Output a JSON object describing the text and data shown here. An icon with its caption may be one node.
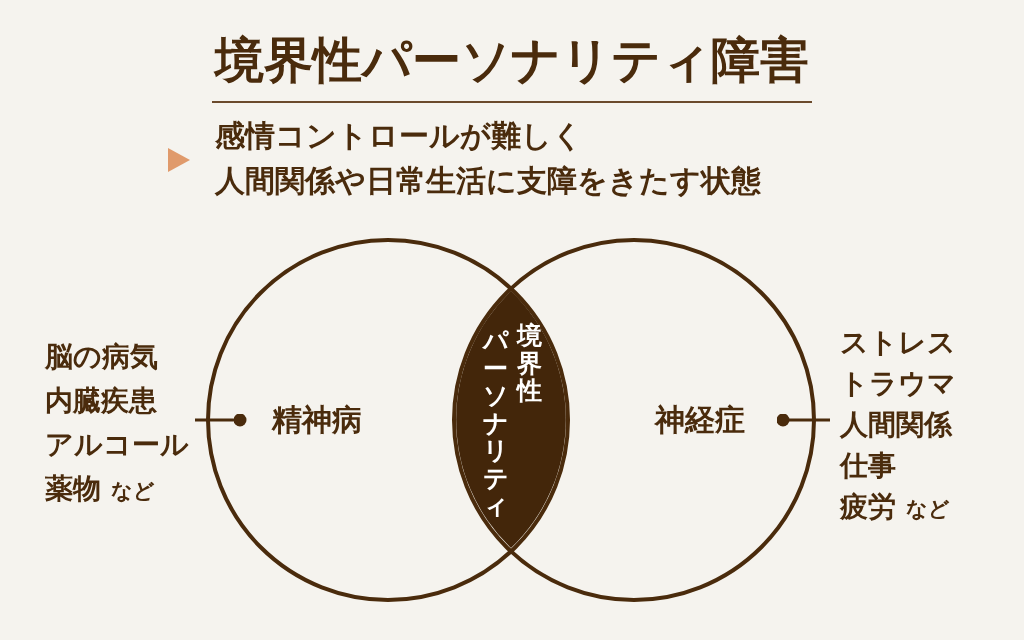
{
  "diagram": {
    "title": "境界性パーソナリティ障害",
    "nodes": [
      {
        "text": [
          "精神病"
        ]
      },
      {
        "text": [
          "神経症"
        ]
      },
      {
        "text": [
          "境界性パーソナリティ"
        ]
      },
      {
        "text": [
          "脳の病気",
          "内臓疾患",
          "アルコール",
          "薬物 など"
        ]
      },
      {
        "text": [
          "ストレス",
          "トラウマ",
          "人間関係",
          "仕事",
          "疲労 など"
        ]
      }
    ],
    "edges": [
      {
        "from": 3,
        "to": 0,
        "arrow": "other"
      },
      {
        "from": 4,
        "to": 1,
        "arrow": "other"
      }
    ],
    "labels": [
      "感情コントロールが難しく",
      "人間関係や日常生活に支障をきたす状態"
    ]
  }
}
